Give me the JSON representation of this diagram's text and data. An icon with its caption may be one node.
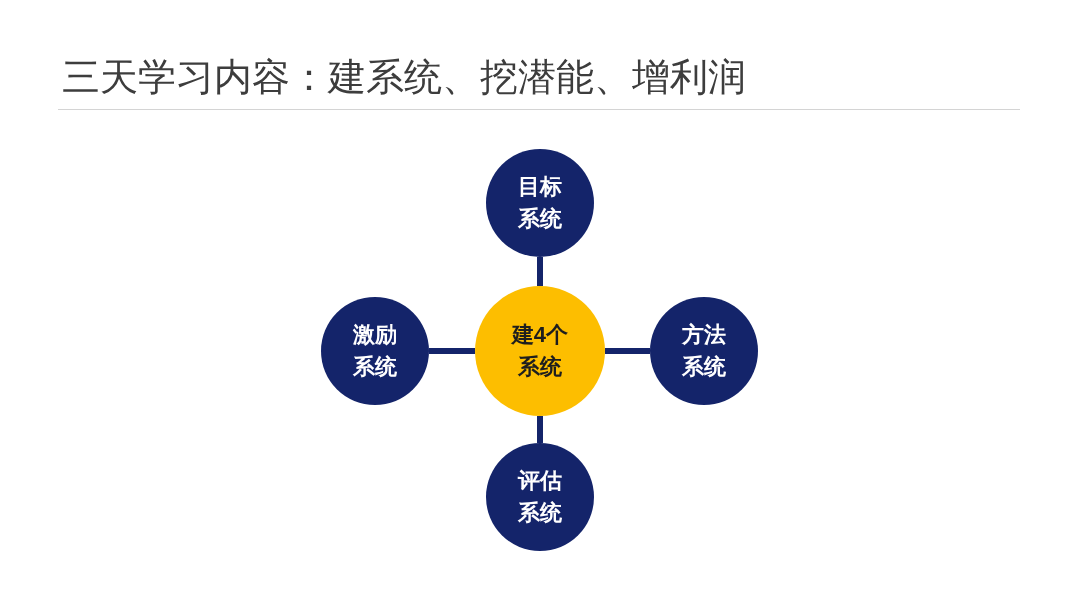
{
  "diagram": {
    "title": "三天学习内容：建系统、挖潜能、增利润",
    "nodes": [
      {
        "text": [
          "目标系统"
        ]
      },
      {
        "text": [
          "激励系统"
        ]
      },
      {
        "text": [
          "建4个系统"
        ]
      },
      {
        "text": [
          "方法系统"
        ]
      },
      {
        "text": [
          "评估系统"
        ]
      }
    ],
    "edges": [
      {
        "from": 2,
        "to": 0,
        "arrow": "none"
      },
      {
        "from": 2,
        "to": 1,
        "arrow": "none"
      },
      {
        "from": 2,
        "to": 3,
        "arrow": "none"
      },
      {
        "from": 2,
        "to": 4,
        "arrow": "none"
      }
    ]
  }
}
